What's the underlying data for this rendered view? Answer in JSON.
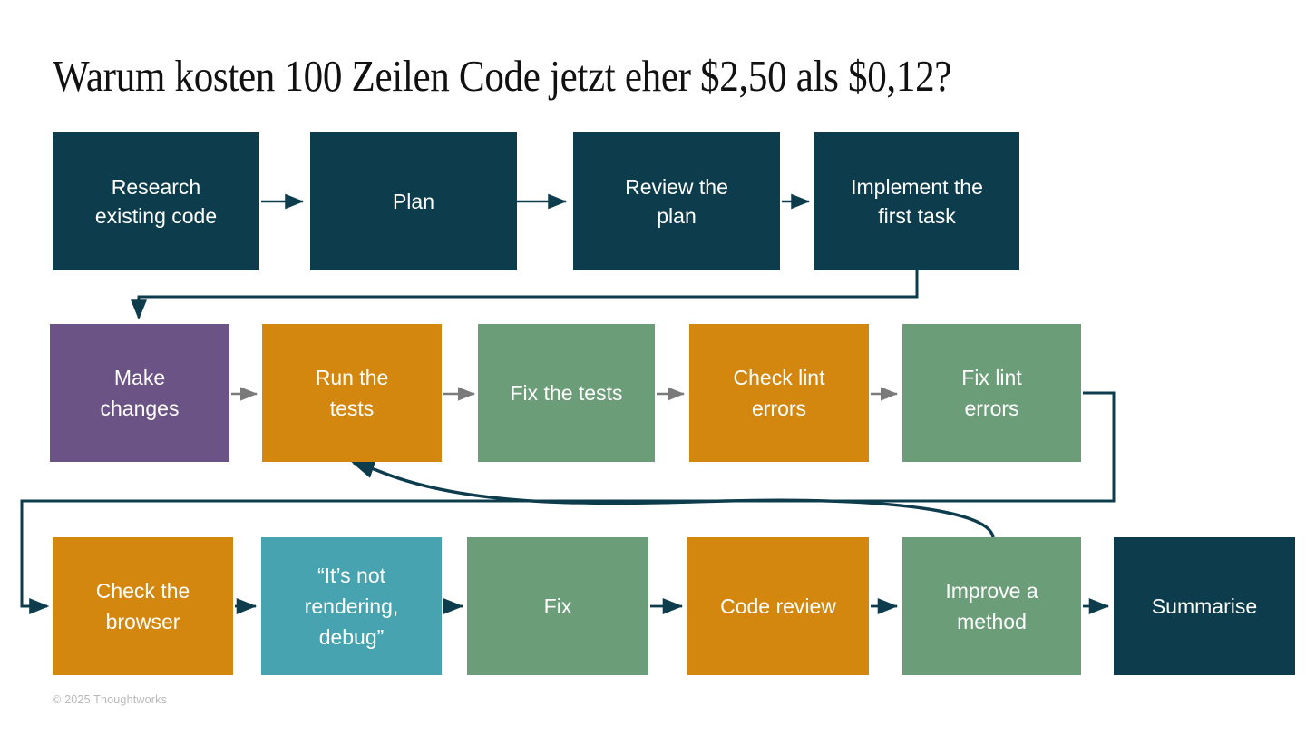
{
  "slide": {
    "title": "Warum kosten 100 Zeilen Code jetzt eher $2,50 als $0,12?",
    "footer": "© 2025 Thoughtworks",
    "background": "#ffffff"
  },
  "palette": {
    "navy": "#0d3d4d",
    "purple": "#6b5385",
    "orange": "#d4870e",
    "green": "#6b9e78",
    "teal": "#47a3b0",
    "arrow_dark": "#0d3d4d",
    "arrow_gray": "#7a7a7a",
    "text_on_box": "#ffffff",
    "title_text": "#111111",
    "footer_text": "#b9b9b9"
  },
  "flow": {
    "rows": [
      {
        "name": "row-1-planning",
        "nodes": [
          {
            "id": "research-existing-code",
            "label": "Research\nexisting code",
            "color": "navy"
          },
          {
            "id": "plan",
            "label": "Plan",
            "color": "navy"
          },
          {
            "id": "review-the-plan",
            "label": "Review the\nplan",
            "color": "navy"
          },
          {
            "id": "implement-the-first-task",
            "label": "Implement the\nfirst task",
            "color": "navy"
          }
        ]
      },
      {
        "name": "row-2-build-and-verify",
        "nodes": [
          {
            "id": "make-changes",
            "label": "Make\nchanges",
            "color": "purple"
          },
          {
            "id": "run-the-tests",
            "label": "Run the\ntests",
            "color": "orange"
          },
          {
            "id": "fix-the-tests",
            "label": "Fix the tests",
            "color": "green"
          },
          {
            "id": "check-lint-errors",
            "label": "Check lint\nerrors",
            "color": "orange"
          },
          {
            "id": "fix-lint-errors",
            "label": "Fix lint\nerrors",
            "color": "green"
          }
        ]
      },
      {
        "name": "row-3-review-and-wrap-up",
        "nodes": [
          {
            "id": "check-the-browser",
            "label": "Check the\nbrowser",
            "color": "orange"
          },
          {
            "id": "its-not-rendering-debug",
            "label": "“It’s not\nrendering,\ndebug”",
            "color": "teal"
          },
          {
            "id": "fix",
            "label": "Fix",
            "color": "green"
          },
          {
            "id": "code-review",
            "label": "Code review",
            "color": "orange"
          },
          {
            "id": "improve-a-method",
            "label": "Improve a\nmethod",
            "color": "green"
          },
          {
            "id": "summarise",
            "label": "Summarise",
            "color": "navy"
          }
        ]
      }
    ],
    "connectors": [
      {
        "id": "research-to-plan",
        "from": "research-existing-code",
        "to": "plan",
        "style": "straight-dark"
      },
      {
        "id": "plan-to-review",
        "from": "plan",
        "to": "review-the-plan",
        "style": "straight-dark"
      },
      {
        "id": "review-to-implement",
        "from": "review-the-plan",
        "to": "implement-the-first-task",
        "style": "straight-dark"
      },
      {
        "id": "implement-to-make-changes",
        "from": "implement-the-first-task",
        "to": "make-changes",
        "style": "orthogonal-dark"
      },
      {
        "id": "make-changes-to-run-tests",
        "from": "make-changes",
        "to": "run-the-tests",
        "style": "straight-gray"
      },
      {
        "id": "run-tests-to-fix-tests",
        "from": "run-the-tests",
        "to": "fix-the-tests",
        "style": "straight-gray"
      },
      {
        "id": "fix-tests-to-check-lint",
        "from": "fix-the-tests",
        "to": "check-lint-errors",
        "style": "straight-gray"
      },
      {
        "id": "check-lint-to-fix-lint",
        "from": "check-lint-errors",
        "to": "fix-lint-errors",
        "style": "straight-gray"
      },
      {
        "id": "fix-lint-to-check-browser",
        "from": "fix-lint-errors",
        "to": "check-the-browser",
        "style": "orthogonal-dark"
      },
      {
        "id": "check-browser-to-debug",
        "from": "check-the-browser",
        "to": "its-not-rendering-debug",
        "style": "straight-dark"
      },
      {
        "id": "debug-to-fix",
        "from": "its-not-rendering-debug",
        "to": "fix",
        "style": "straight-dark"
      },
      {
        "id": "fix-to-code-review",
        "from": "fix",
        "to": "code-review",
        "style": "straight-dark"
      },
      {
        "id": "code-review-to-improve-method",
        "from": "code-review",
        "to": "improve-a-method",
        "style": "straight-dark"
      },
      {
        "id": "improve-method-to-summarise",
        "from": "improve-a-method",
        "to": "summarise",
        "style": "straight-dark"
      },
      {
        "id": "improve-method-back-to-run-tests",
        "from": "improve-a-method",
        "to": "run-the-tests",
        "style": "curved-feedback-dark"
      }
    ]
  }
}
